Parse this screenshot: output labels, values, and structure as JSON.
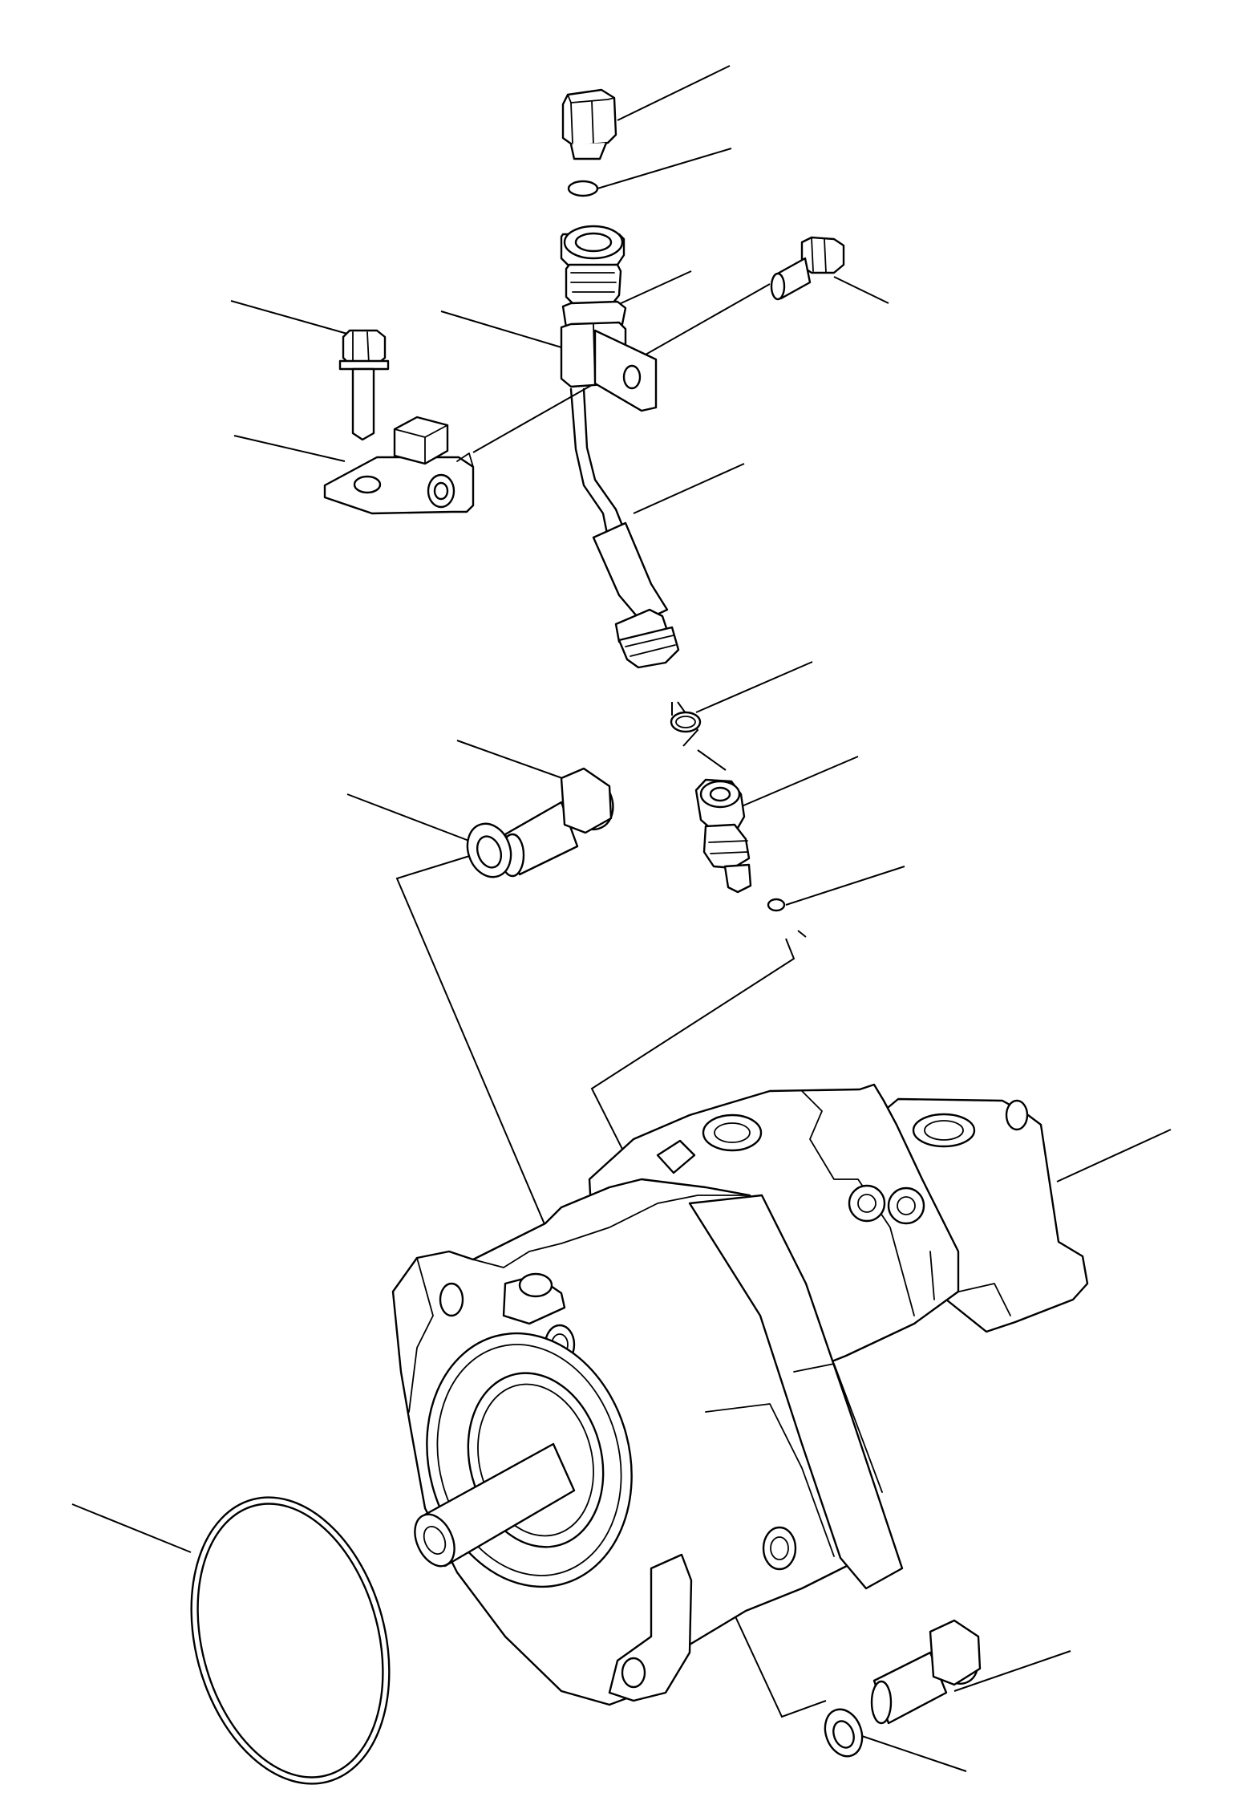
{
  "diagram": {
    "kind": "exploded-parts-view",
    "colors": {
      "line": "#000000",
      "background": "#ffffff"
    },
    "parts": [
      "plug",
      "plug-o-ring",
      "hose-upper-fitting",
      "hose-clamp",
      "clamp-bolt",
      "mounting-bolt",
      "mounting-bracket",
      "hydraulic-hose",
      "fitting-o-ring",
      "elbow-adapter",
      "adapter-o-ring",
      "cap-screw-upper",
      "washer-upper",
      "hydraulic-pump",
      "mounting-o-ring",
      "cap-screw-lower",
      "washer-lower"
    ]
  }
}
